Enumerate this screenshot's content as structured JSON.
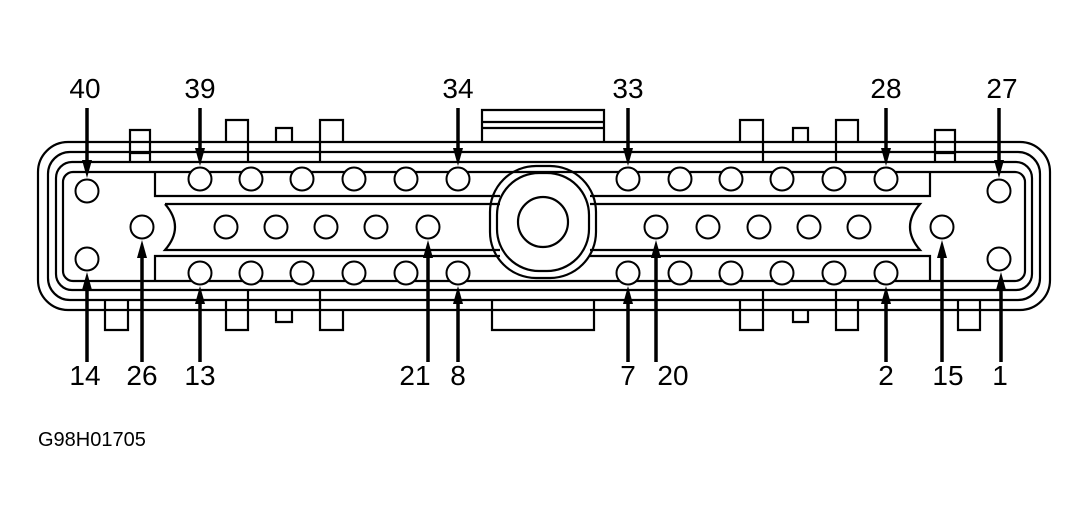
{
  "diagram": {
    "figure_code": "G98H01705",
    "pin_labels_top": [
      "40",
      "39",
      "34",
      "33",
      "28",
      "27"
    ],
    "pin_labels_bottom": [
      "14",
      "26",
      "13",
      "21",
      "8",
      "7",
      "20",
      "2",
      "15",
      "1"
    ],
    "pin_count": 40
  }
}
